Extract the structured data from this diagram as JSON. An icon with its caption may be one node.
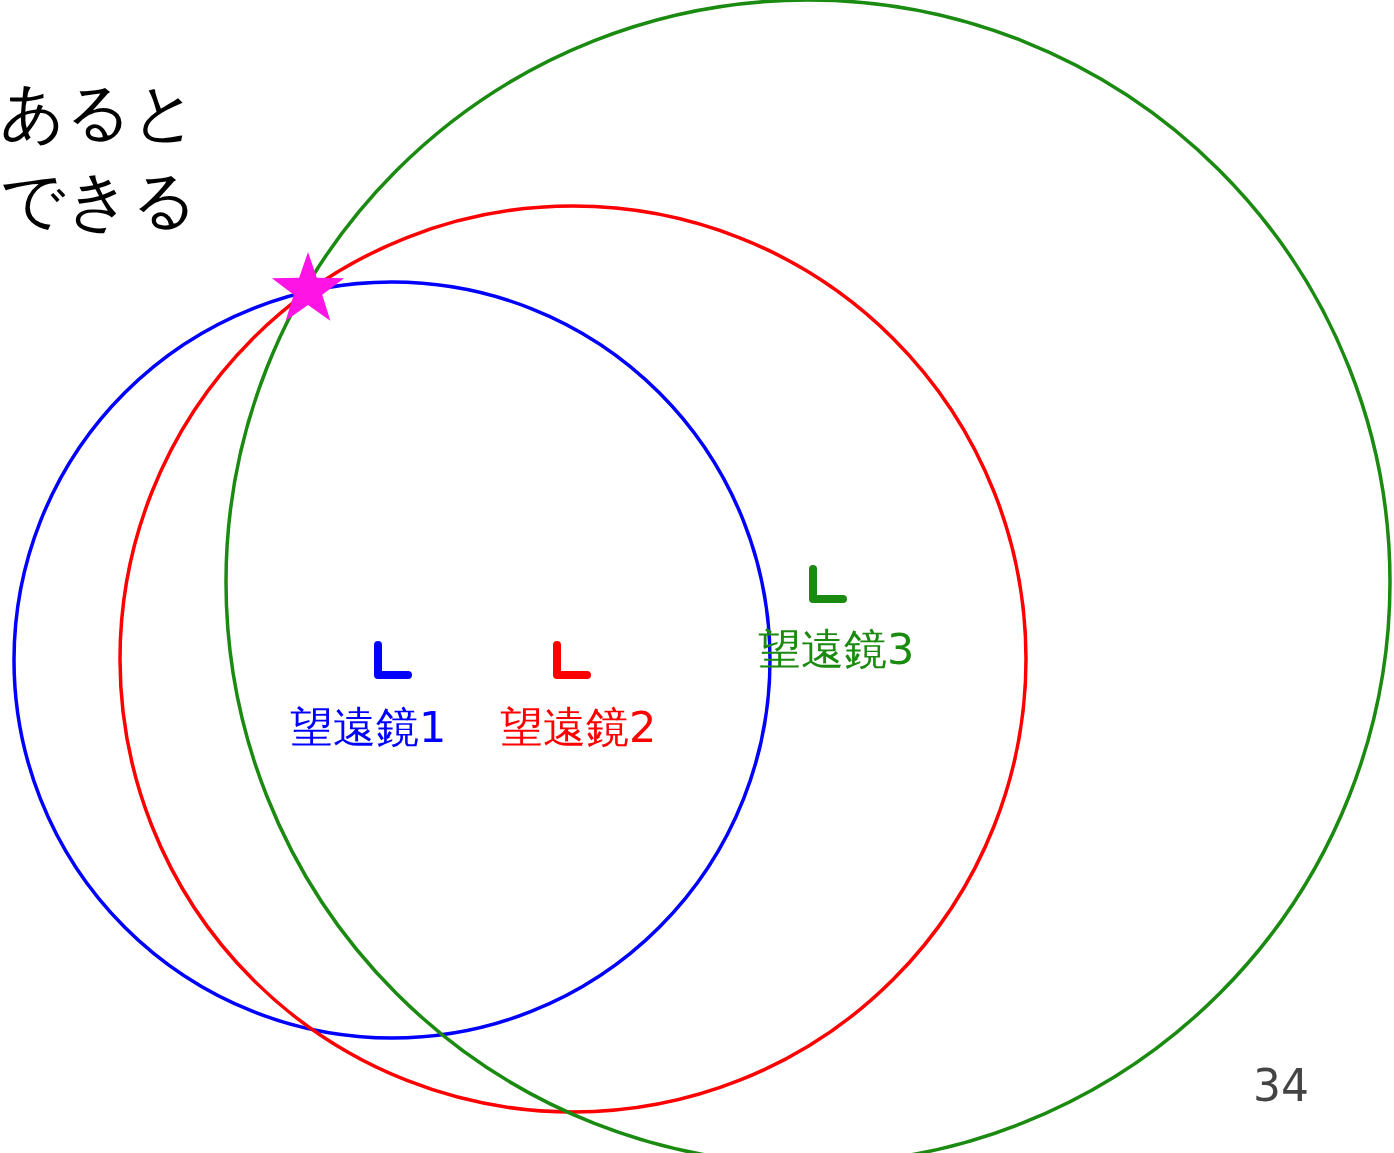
{
  "diagram": {
    "labels": [
      "あると",
      "できる",
      "望遠鏡3",
      "望遠鏡1",
      "望遠鏡2",
      "34"
    ]
  }
}
